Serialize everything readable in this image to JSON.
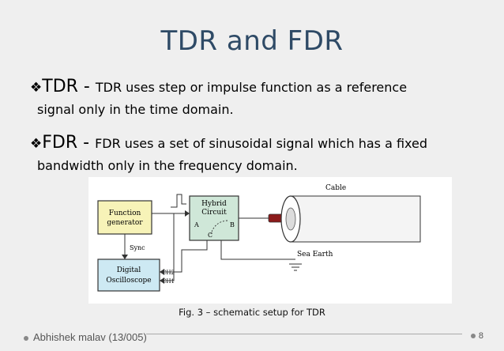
{
  "slide": {
    "title": "TDR and FDR",
    "bullets": [
      {
        "mark": "❖",
        "head": "TDR",
        "sep": " - ",
        "body": "TDR uses step or impulse function as a reference",
        "cont": "signal only in the time domain."
      },
      {
        "mark": "❖",
        "head": "FDR",
        "sep": " - ",
        "body": "FDR uses a set of sinusoidal signal which has a fixed",
        "cont": "bandwidth only in the frequency domain."
      }
    ],
    "figure": {
      "function_generator_line1": "Function",
      "function_generator_line2": "generator",
      "sync": "Sync",
      "oscilloscope_line1": "Digital",
      "oscilloscope_line2": "Oscilloscope",
      "ch2": "CH2",
      "ch1": "CH1",
      "hybrid_line1": "Hybrid",
      "hybrid_line2": "Circuit",
      "port_a": "A",
      "port_b": "B",
      "port_c": "C",
      "cable": "Cable",
      "sea_earth": "Sea Earth",
      "colors": {
        "generator_fill": "#f7f3b8",
        "oscilloscope_fill": "#cde9f3",
        "hybrid_fill": "#cfe7d8",
        "connector": "#8b1a1a"
      }
    },
    "caption": "Fig. 3 – schematic setup for TDR",
    "footer_author": "Abhishek malav (13/005)",
    "page_number": "8"
  }
}
